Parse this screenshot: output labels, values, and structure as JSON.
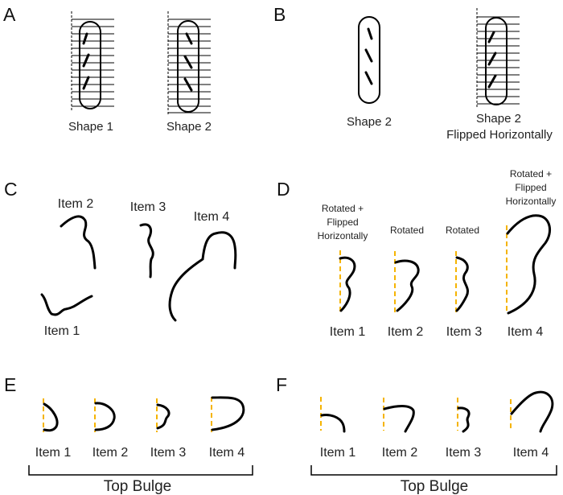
{
  "colors": {
    "axis": "#f5b400",
    "ink": "#000000"
  },
  "panels": {
    "a": {
      "letter": "A",
      "labels": [
        "Shape 1",
        "Shape 2"
      ]
    },
    "b": {
      "letter": "B",
      "labels": [
        "Shape 2",
        "Shape 2",
        "Flipped Horizontally"
      ]
    },
    "c": {
      "letter": "C",
      "items": [
        "Item 1",
        "Item 2",
        "Item 3",
        "Item 4"
      ]
    },
    "d": {
      "letter": "D",
      "items": [
        "Item 1",
        "Item 2",
        "Item 3",
        "Item 4"
      ],
      "transforms": [
        "Rotated +",
        "Flipped",
        "Horizontally",
        "Rotated",
        "Rotated",
        "Rotated +",
        "Flipped",
        "Horizontally"
      ]
    },
    "e": {
      "letter": "E",
      "items": [
        "Item 1",
        "Item 2",
        "Item 3",
        "Item 4"
      ],
      "brace_label": "Top Bulge"
    },
    "f": {
      "letter": "F",
      "items": [
        "Item 1",
        "Item 2",
        "Item 3",
        "Item 4"
      ],
      "brace_label": "Top Bulge"
    }
  }
}
